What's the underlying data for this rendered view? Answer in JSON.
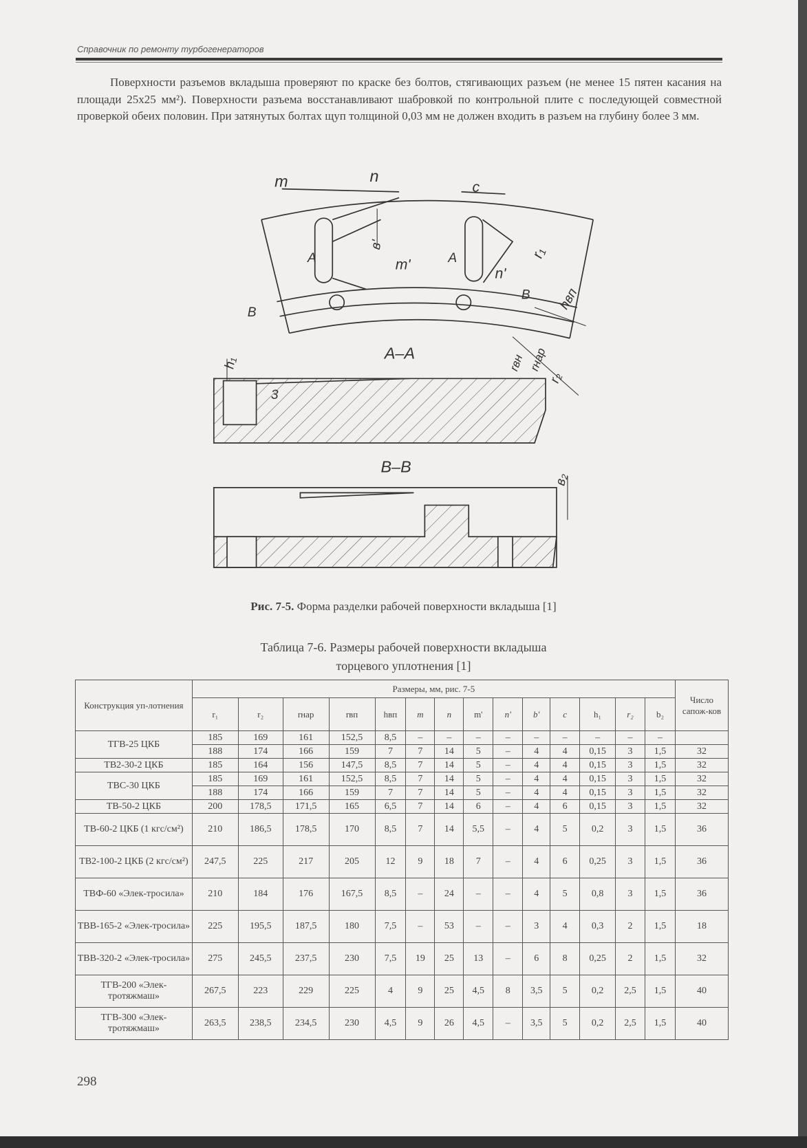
{
  "header": {
    "running_title": "Справочник по ремонту турбогенераторов"
  },
  "body_text": "Поверхности разъемов вкладыша проверяют по краске без болтов, стягивающих разъем (не менее 15 пятен касания на площади 25х25 мм²). Поверхности разъема восстанавливают шабровкой по контрольной плите с последующей совместной проверкой обеих половин. При затянутых болтах щуп толщиной 0,03 мм не должен входить в разъем на глубину более 3 мм.",
  "figure": {
    "labels": {
      "m": "m",
      "n": "n",
      "c": "c",
      "A1": "A",
      "A2": "A",
      "b_prime": "в'",
      "m_prime": "m'",
      "n_prime": "n'",
      "r1": "r₁",
      "B1": "B",
      "B2": "B",
      "h_vp": "hвп",
      "section_aa": "A–A",
      "r_vn": "rвн",
      "r_nar": "rнар",
      "r2": "r₂",
      "h1": "h₁",
      "three": "3",
      "section_bb": "B–B",
      "b2": "в₂"
    },
    "caption_num": "Рис. 7-5.",
    "caption_text": " Форма разделки рабочей поверхности вкладыша [1]"
  },
  "table": {
    "title_line1": "Таблица 7-6. Размеры рабочей поверхности вкладыша",
    "title_line2": "торцевого уплотнения [1]",
    "col_design": "Конструкция уп-лотнения",
    "col_sizes": "Размеры, мм, рис. 7-5",
    "col_count": "Число сапож-ков",
    "sub_headers": [
      "r₁",
      "r₂",
      "rнар",
      "rвп",
      "hвп",
      "m",
      "n",
      "m'",
      "n'",
      "b'",
      "c",
      "h₁",
      "r₂",
      "b₂"
    ],
    "groups": [
      {
        "name": "ТГВ-25 ЦКБ",
        "rows": [
          {
            "v": [
              "185",
              "169",
              "161",
              "152,5",
              "8,5",
              "–",
              "–",
              "–",
              "–",
              "–",
              "–",
              "–",
              "–",
              "–"
            ],
            "count": ""
          },
          {
            "v": [
              "188",
              "174",
              "166",
              "159",
              "7",
              "7",
              "14",
              "5",
              "–",
              "4",
              "4",
              "0,15",
              "3",
              "1,5"
            ],
            "count": "32"
          }
        ]
      },
      {
        "name": "ТВ2-30-2 ЦКБ",
        "rows": [
          {
            "v": [
              "185",
              "164",
              "156",
              "147,5",
              "8,5",
              "7",
              "14",
              "5",
              "–",
              "4",
              "4",
              "0,15",
              "3",
              "1,5"
            ],
            "count": "32"
          }
        ]
      },
      {
        "name": "ТВС-30 ЦКБ",
        "rows": [
          {
            "v": [
              "185",
              "169",
              "161",
              "152,5",
              "8,5",
              "7",
              "14",
              "5",
              "–",
              "4",
              "4",
              "0,15",
              "3",
              "1,5"
            ],
            "count": "32"
          },
          {
            "v": [
              "188",
              "174",
              "166",
              "159",
              "7",
              "7",
              "14",
              "5",
              "–",
              "4",
              "4",
              "0,15",
              "3",
              "1,5"
            ],
            "count": "32"
          }
        ]
      },
      {
        "name": "ТВ-50-2 ЦКБ",
        "rows": [
          {
            "v": [
              "200",
              "178,5",
              "171,5",
              "165",
              "6,5",
              "7",
              "14",
              "6",
              "–",
              "4",
              "6",
              "0,15",
              "3",
              "1,5"
            ],
            "count": "32"
          }
        ]
      },
      {
        "name": "ТВ-60-2 ЦКБ (1 кгс/см²)",
        "tall": true,
        "rows": [
          {
            "v": [
              "210",
              "186,5",
              "178,5",
              "170",
              "8,5",
              "7",
              "14",
              "5,5",
              "–",
              "4",
              "5",
              "0,2",
              "3",
              "1,5"
            ],
            "count": "36"
          }
        ]
      },
      {
        "name": "ТВ2-100-2 ЦКБ (2 кгс/см²)",
        "tall": true,
        "rows": [
          {
            "v": [
              "247,5",
              "225",
              "217",
              "205",
              "12",
              "9",
              "18",
              "7",
              "–",
              "4",
              "6",
              "0,25",
              "3",
              "1,5"
            ],
            "count": "36"
          }
        ]
      },
      {
        "name": "ТВФ-60 «Элек-тросила»",
        "tall": true,
        "rows": [
          {
            "v": [
              "210",
              "184",
              "176",
              "167,5",
              "8,5",
              "–",
              "24",
              "–",
              "–",
              "4",
              "5",
              "0,8",
              "3",
              "1,5"
            ],
            "count": "36"
          }
        ]
      },
      {
        "name": "ТВВ-165-2 «Элек-тросила»",
        "tall": true,
        "rows": [
          {
            "v": [
              "225",
              "195,5",
              "187,5",
              "180",
              "7,5",
              "–",
              "53",
              "–",
              "–",
              "3",
              "4",
              "0,3",
              "2",
              "1,5"
            ],
            "count": "18"
          }
        ]
      },
      {
        "name": "ТВВ-320-2 «Элек-тросила»",
        "tall": true,
        "rows": [
          {
            "v": [
              "275",
              "245,5",
              "237,5",
              "230",
              "7,5",
              "19",
              "25",
              "13",
              "–",
              "6",
              "8",
              "0,25",
              "2",
              "1,5"
            ],
            "count": "32"
          }
        ]
      },
      {
        "name": "ТГВ-200 «Элек-тротяжмаш»",
        "tall": true,
        "rows": [
          {
            "v": [
              "267,5",
              "223",
              "229",
              "225",
              "4",
              "9",
              "25",
              "4,5",
              "8",
              "3,5",
              "5",
              "0,2",
              "2,5",
              "1,5"
            ],
            "count": "40"
          }
        ]
      },
      {
        "name": "ТГВ-300 «Элек-тротяжмаш»",
        "tall": true,
        "rows": [
          {
            "v": [
              "263,5",
              "238,5",
              "234,5",
              "230",
              "4,5",
              "9",
              "26",
              "4,5",
              "–",
              "3,5",
              "5",
              "0,2",
              "2,5",
              "1,5"
            ],
            "count": "40"
          }
        ]
      }
    ]
  },
  "page_number": "298"
}
